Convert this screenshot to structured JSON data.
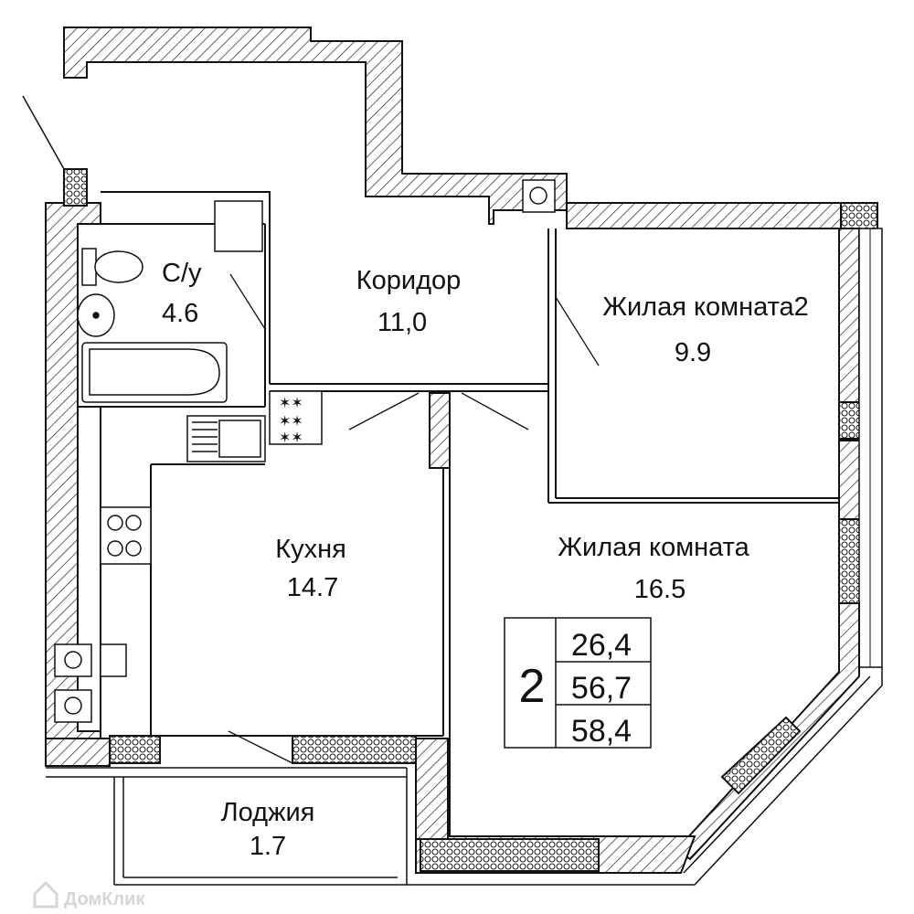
{
  "plan": {
    "rooms": [
      {
        "id": "bathroom",
        "name": "С/у",
        "area": "4.6"
      },
      {
        "id": "corridor",
        "name": "Коридор",
        "area": "11,0"
      },
      {
        "id": "living2",
        "name": "Жилая комната2",
        "area": "9.9"
      },
      {
        "id": "kitchen",
        "name": "Кухня",
        "area": "14.7"
      },
      {
        "id": "living",
        "name": "Жилая комната",
        "area": "16.5"
      },
      {
        "id": "loggia",
        "name": "Лоджия",
        "area": "1.7"
      }
    ],
    "summary": {
      "rooms_count": "2",
      "living_area": "26,4",
      "total_area": "56,7",
      "total_area_with_loggia": "58,4"
    },
    "watermark": "ДомКлик"
  }
}
